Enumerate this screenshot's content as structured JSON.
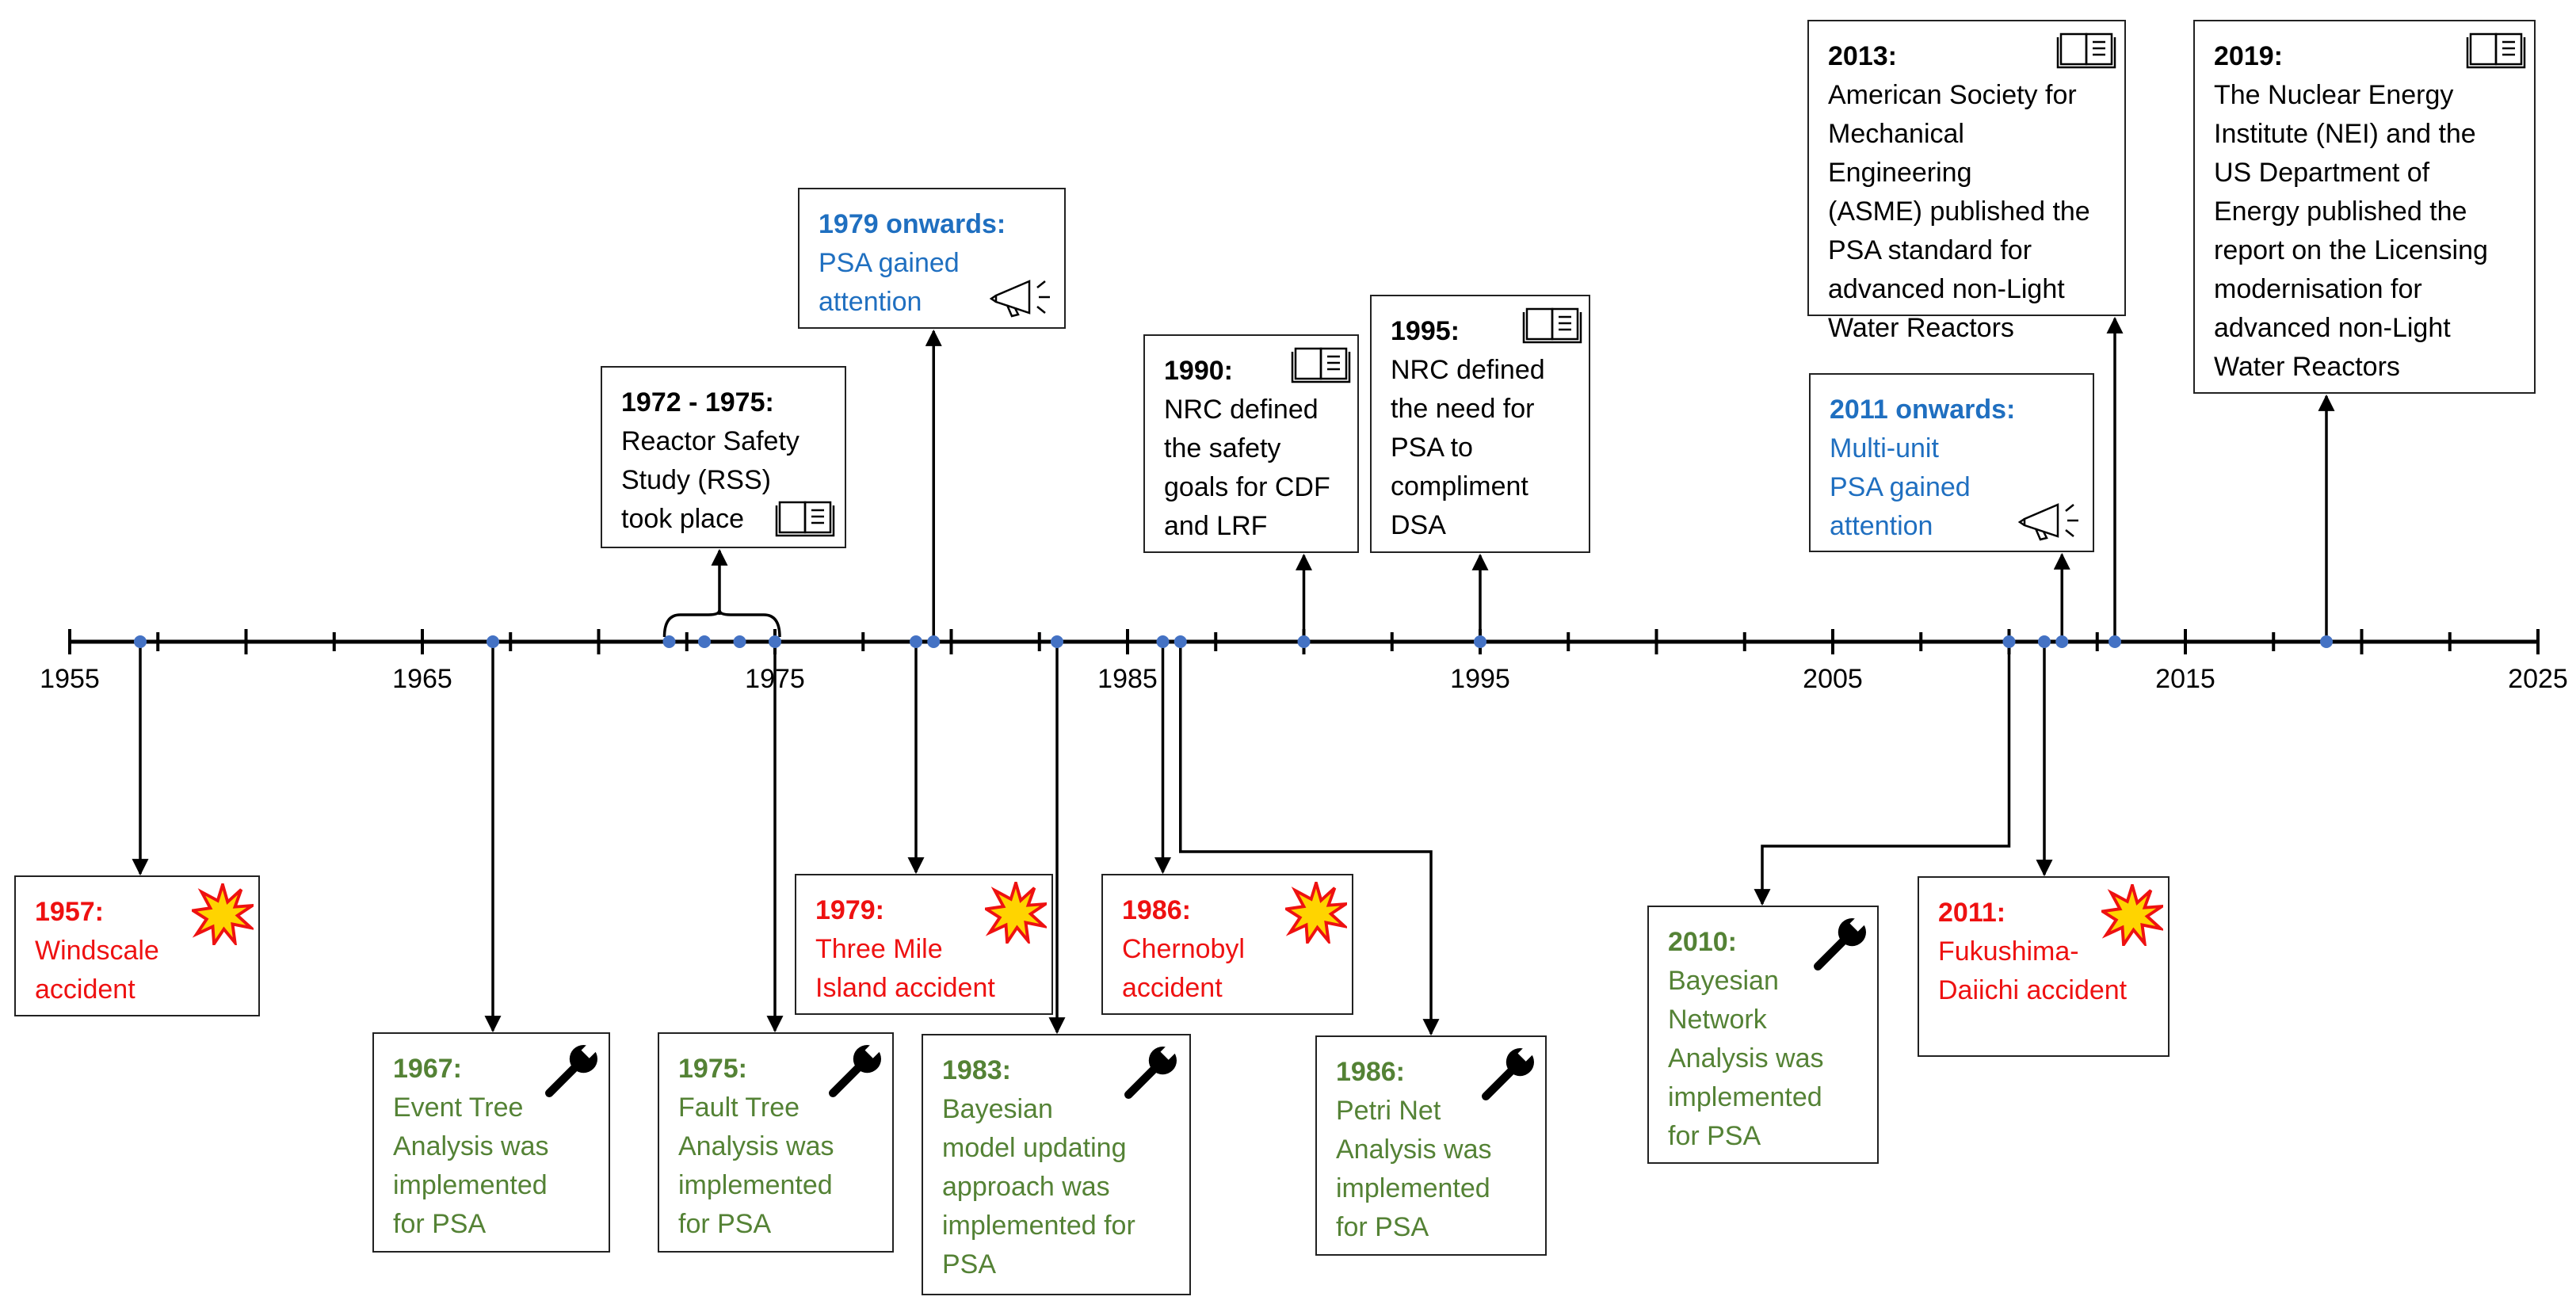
{
  "timeline": {
    "start": 1955,
    "end": 2025,
    "labels": [
      "1955",
      "1965",
      "1975",
      "1985",
      "1995",
      "2005",
      "2015",
      "2025"
    ],
    "dots": [
      1957,
      1967,
      1972,
      1973,
      1974,
      1975,
      1979,
      1979.5,
      1983,
      1986,
      1986.5,
      1990,
      1995,
      2010,
      2011,
      2011.5,
      2013,
      2019
    ]
  },
  "colors": {
    "axis": "#000000",
    "dot": "#4472c4",
    "accident": "#ee1111",
    "method": "#548235",
    "attention": "#1f6fc0",
    "milestone": "#000000",
    "burst_fill": "#ffd400",
    "burst_stroke": "#ee1111"
  },
  "events": [
    {
      "id": "ev1957",
      "year_label": "1957:",
      "text": "Windscale\naccident",
      "category": "accident",
      "icon": "explosion-icon"
    },
    {
      "id": "ev1967",
      "year_label": "1967:",
      "text": "Event Tree\nAnalysis was\nimplemented\nfor PSA",
      "category": "method",
      "icon": "wrench-icon"
    },
    {
      "id": "ev1972",
      "year_label": "1972 - 1975:",
      "text": "Reactor Safety\nStudy (RSS)\ntook place",
      "category": "milestone",
      "icon": "book-icon"
    },
    {
      "id": "ev1975",
      "year_label": "1975:",
      "text": "Fault Tree\nAnalysis was\nimplemented\nfor PSA",
      "category": "method",
      "icon": "wrench-icon"
    },
    {
      "id": "ev1979a",
      "year_label": "1979 onwards:",
      "text": "PSA gained\nattention",
      "category": "attention",
      "icon": "megaphone-icon"
    },
    {
      "id": "ev1979",
      "year_label": "1979:",
      "text": "Three Mile\nIsland accident",
      "category": "accident",
      "icon": "explosion-icon"
    },
    {
      "id": "ev1983",
      "year_label": "1983:",
      "text": "Bayesian\nmodel updating\napproach was\nimplemented for\nPSA",
      "category": "method",
      "icon": "wrench-icon"
    },
    {
      "id": "ev1986a",
      "year_label": "1986:",
      "text": "Chernobyl\naccident",
      "category": "accident",
      "icon": "explosion-icon"
    },
    {
      "id": "ev1986b",
      "year_label": "1986:",
      "text": "Petri Net\nAnalysis was\nimplemented\nfor PSA",
      "category": "method",
      "icon": "wrench-icon"
    },
    {
      "id": "ev1990",
      "year_label": "1990:",
      "text": "NRC defined\nthe safety\ngoals for CDF\nand LRF",
      "category": "milestone",
      "icon": "book-icon"
    },
    {
      "id": "ev1995",
      "year_label": "1995:",
      "text": "NRC defined\nthe need for\nPSA to\ncompliment\nDSA",
      "category": "milestone",
      "icon": "book-icon"
    },
    {
      "id": "ev2010",
      "year_label": "2010:",
      "text": "Bayesian\nNetwork\nAnalysis was\nimplemented\nfor PSA",
      "category": "method",
      "icon": "wrench-icon"
    },
    {
      "id": "ev2011a",
      "year_label": "2011 onwards:",
      "text": "Multi-unit\nPSA gained\nattention",
      "category": "attention",
      "icon": "megaphone-icon"
    },
    {
      "id": "ev2011",
      "year_label": "2011:",
      "text": "Fukushima-\nDaiichi accident",
      "category": "accident",
      "icon": "explosion-icon"
    },
    {
      "id": "ev2013",
      "year_label": "2013:",
      "text": "American Society for\nMechanical Engineering\n(ASME) published the\nPSA standard for\nadvanced non-Light\nWater Reactors",
      "category": "milestone",
      "icon": "book-icon"
    },
    {
      "id": "ev2019",
      "year_label": "2019:",
      "text": "The Nuclear Energy\nInstitute (NEI) and the\nUS Department of\nEnergy published the\nreport on the Licensing\nmodernisation for\nadvanced non-Light\nWater Reactors",
      "category": "milestone",
      "icon": "book-icon"
    }
  ]
}
